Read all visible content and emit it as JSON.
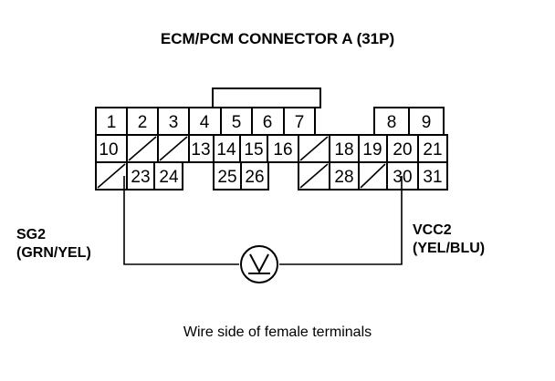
{
  "title": "ECM/PCM CONNECTOR A (31P)",
  "left_probe": {
    "line1": "SG2",
    "line2": "(GRN/YEL)"
  },
  "right_probe": {
    "line1": "VCC2",
    "line2": "(YEL/BLU)"
  },
  "meter": {
    "symbol": "voltmeter-icon"
  },
  "caption": "Wire side of female terminals",
  "connector": {
    "rows": [
      [
        "1",
        "2",
        "3",
        "4",
        "5",
        "6",
        "7",
        null,
        "8",
        "9"
      ],
      [
        "10",
        "/",
        "/",
        "13",
        "14",
        "15",
        "16",
        "/",
        "18",
        "19",
        "20",
        "21"
      ],
      [
        "/",
        "23",
        "24",
        "25",
        "26",
        "/",
        "28",
        "/",
        "30",
        "31"
      ]
    ],
    "probed_pins": [
      "23",
      "30"
    ]
  }
}
